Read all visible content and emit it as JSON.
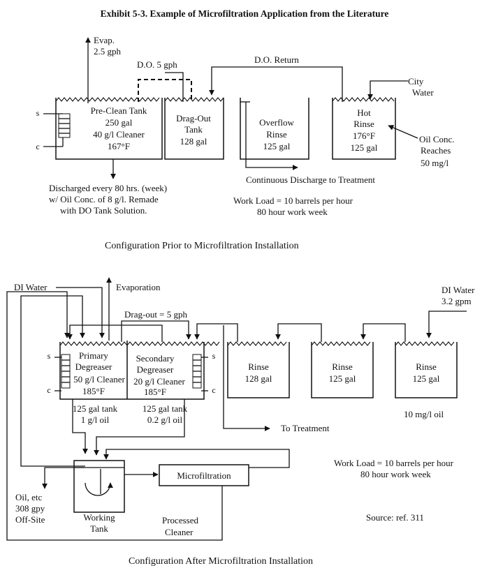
{
  "title": "Exhibit 5-3. Example of Microfiltration Application from the Literature",
  "before": {
    "caption": "Configuration Prior to Microfiltration Installation",
    "evap": [
      "Evap.",
      "2.5 gph"
    ],
    "do_flow": "D.O. 5 gph",
    "do_return": "D.O. Return",
    "city_water": [
      "City",
      "Water"
    ],
    "preclean": [
      "Pre-Clean Tank",
      "250 gal",
      "40 g/l Cleaner",
      "167°F"
    ],
    "dragout": [
      "Drag-Out",
      "Tank",
      "128 gal"
    ],
    "overflow": [
      "Overflow",
      "Rinse",
      "125 gal"
    ],
    "hot_rinse": [
      "Hot",
      "Rinse",
      "176°F",
      "125 gal"
    ],
    "oil_conc": [
      "Oil Conc.",
      "Reaches",
      "50 mg/l"
    ],
    "discharged": [
      "Discharged every 80 hrs. (week)",
      "w/ Oil Conc. of 8 g/l.  Remade",
      "with DO Tank Solution."
    ],
    "continuous": "Continuous Discharge to Treatment",
    "workload": [
      "Work Load = 10 barrels per hour",
      "80 hour work week"
    ],
    "hx_s": "s",
    "hx_c": "c"
  },
  "after": {
    "caption": "Configuration After Microfiltration Installation",
    "di_water_left": "DI Water",
    "evaporation": "Evaporation",
    "dragout_flow": "Drag-out = 5 gph",
    "di_water_right": [
      "DI Water",
      "3.2 gpm"
    ],
    "primary": [
      "Primary",
      "Degreaser",
      "50 g/l Cleaner",
      "185°F"
    ],
    "secondary": [
      "Secondary",
      "Degreaser",
      "20 g/l Cleaner",
      "185°F"
    ],
    "primary_below": [
      "125 gal tank",
      "1 g/l oil"
    ],
    "secondary_below": [
      "125 gal tank",
      "0.2 g/l oil"
    ],
    "rinse1": [
      "Rinse",
      "128 gal"
    ],
    "rinse2": [
      "Rinse",
      "125 gal"
    ],
    "rinse3": [
      "Rinse",
      "125 gal"
    ],
    "rinse_oil": "10 mg/l oil",
    "to_treatment": "To Treatment",
    "microfiltration": "Microfiltration",
    "oil_offsite": [
      "Oil, etc",
      "308 gpy",
      "Off-Site"
    ],
    "working_tank": [
      "Working",
      "Tank"
    ],
    "processed": [
      "Processed",
      "Cleaner"
    ],
    "workload": [
      "Work Load = 10 barrels per hour",
      "80 hour work week"
    ],
    "source": "Source:  ref. 311",
    "hx_s": "s",
    "hx_c": "c"
  }
}
